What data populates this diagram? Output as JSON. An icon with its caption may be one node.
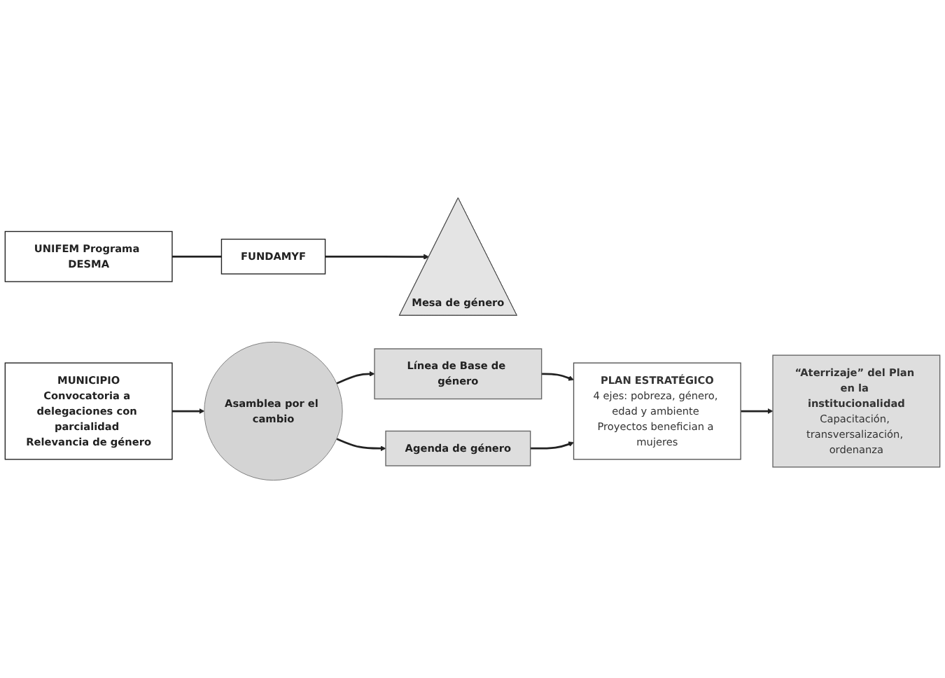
{
  "diagram": {
    "nodes": [
      {
        "text": [
          "MUNICIPIO",
          "Convocatoria a delegaciones con parcialidad Relevancia de género"
        ]
      },
      {
        "text": [
          "Asamblea por el cambio"
        ]
      },
      {
        "text": [
          "Mesa de género"
        ]
      },
      {
        "text": [
          "FUNDAMYF"
        ]
      },
      {
        "text": [
          "UNIFEM Programa DESMA"
        ]
      },
      {
        "text": [
          "Línea de Base de género"
        ]
      },
      {
        "text": [
          "Agenda de género"
        ]
      },
      {
        "text": [
          "PLAN ESTRATÉGICO",
          "4 ejes: pobreza, género, edad y ambiente Proyectos benefician a mujeres"
        ]
      },
      {
        "text": [
          "“Aterrizaje” del Plan en la institucionalidad",
          "Capacitación, transversalización, ordenanza"
        ]
      }
    ],
    "edges": [
      {
        "from": 0,
        "to": 1,
        "arrow": "to"
      },
      {
        "from": 3,
        "to": 2,
        "arrow": "to"
      },
      {
        "from": 4,
        "to": 3,
        "arrow": "none"
      },
      {
        "from": 1,
        "to": 5,
        "arrow": "to"
      },
      {
        "from": 1,
        "to": 6,
        "arrow": "to"
      },
      {
        "from": 5,
        "to": 7,
        "arrow": "to"
      },
      {
        "from": 6,
        "to": 7,
        "arrow": "to"
      },
      {
        "from": 7,
        "to": 8,
        "arrow": "to"
      }
    ]
  }
}
